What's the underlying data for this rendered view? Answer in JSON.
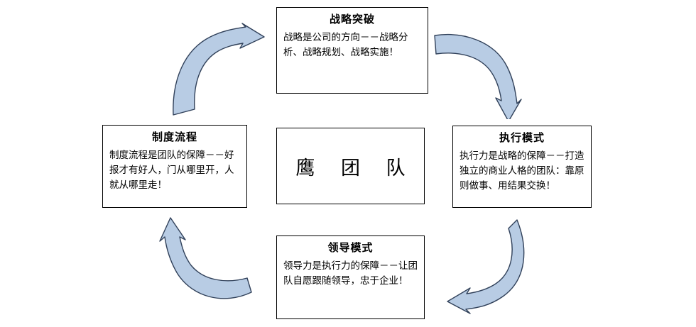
{
  "diagram": {
    "title_center": "鹰 团 队",
    "nodes": [
      {
        "id": "strategy",
        "title": "战略突破",
        "body": "战略是公司的方向－－战略分析、战略规划、战略实施！"
      },
      {
        "id": "execution",
        "title": "执行模式",
        "body": "执行力是战略的保障－－打造独立的商业人格的团队：靠原则做事、用结果交换！"
      },
      {
        "id": "leadership",
        "title": "领导模式",
        "body": "领导力是执行力的保障－－让团队自愿跟随领导，忠于企业！"
      },
      {
        "id": "institution",
        "title": "制度流程",
        "body": "制度流程是团队的保障－－好报才有好人，门从哪里开，人就从哪里走！"
      }
    ],
    "arrows": [
      {
        "id": "arrow-top-left",
        "name": "curved-arrow-institution-to-strategy"
      },
      {
        "id": "arrow-top-right",
        "name": "curved-arrow-strategy-to-execution"
      },
      {
        "id": "arrow-bottom-right",
        "name": "curved-arrow-execution-to-leadership"
      },
      {
        "id": "arrow-bottom-left",
        "name": "curved-arrow-leadership-to-institution"
      }
    ],
    "colors": {
      "arrow_fill": "#b8cce4",
      "arrow_stroke": "#31415a",
      "box_border": "#000000",
      "box_background": "#ffffff",
      "text": "#000000"
    }
  }
}
